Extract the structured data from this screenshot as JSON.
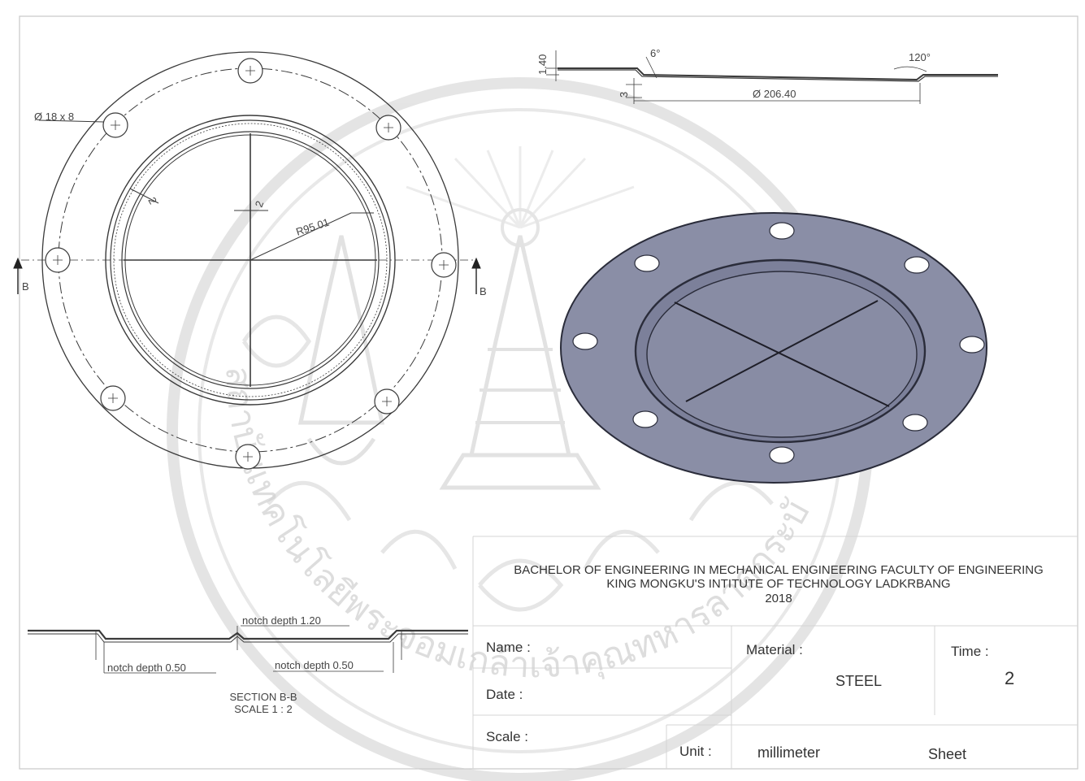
{
  "drawing": {
    "top_view": {
      "hole_callout": "Ø 18 x 8",
      "wall_left": "2",
      "wall_center": "2",
      "radius": "R95.01",
      "section_mark": "B"
    },
    "side_view": {
      "thickness": "1.40",
      "flange_angle": "120°",
      "notch_angle": "6°",
      "step": "3",
      "diameter": "Ø 206.40"
    },
    "section_view": {
      "notch_center": "notch depth 1.20",
      "notch_left": "notch depth 0.50",
      "notch_right": "notch depth 0.50",
      "title": "SECTION B-B",
      "scale": "SCALE 1 : 2"
    }
  },
  "title_block": {
    "line1": "BACHELOR OF ENGINEERING IN MECHANICAL ENGINEERING FACULTY OF ENGINEERING",
    "line2": "KING MONGKU'S INTITUTE  OF  TECHNOLOGY LADKRBANG",
    "year": "2018",
    "name_label": "Name :",
    "date_label": "Date :",
    "scale_label": "Scale :",
    "material_label": "Material :",
    "material_value": "STEEL",
    "time_label": "Time :",
    "time_value": "2",
    "unit_label": "Unit :",
    "unit_value": "millimeter",
    "sheet_label": "Sheet"
  },
  "watermark": {
    "seal_text": "สถาบันเทคโนโลยีพระจอมเกล้าเจ้าคุณทหารลาดกระบัง"
  },
  "colors": {
    "line": "#3a3a3a",
    "plate_fill": "#8a8ea6",
    "plate_edge": "#2a2c3a",
    "watermark": "#cfcfcf"
  }
}
